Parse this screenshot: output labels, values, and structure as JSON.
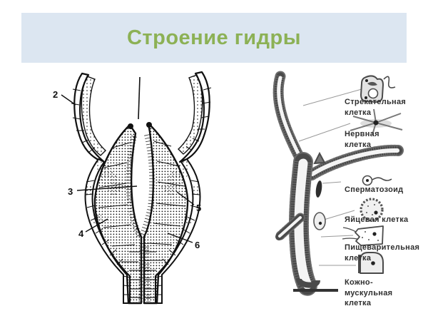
{
  "slide": {
    "title": "Строение гидры",
    "banner_color": "#dce6f1",
    "title_color": "#8cb155",
    "background_color": "#ffffff"
  },
  "left_figure": {
    "description": "hydra longitudinal section diagram",
    "numbers": [
      "2",
      "3",
      "4",
      "5",
      "6"
    ]
  },
  "right_figure": {
    "description": "hydra body with cell types",
    "labels": [
      {
        "text": "Стрекательная\nклетка"
      },
      {
        "text": "Нервная\nклетка"
      },
      {
        "text": "Сперматозоид"
      },
      {
        "text": "Яйцевая клетка"
      },
      {
        "text": "Пищеварительная\nклетка"
      },
      {
        "text": "Кожно-\nмускульная\nклетка"
      }
    ]
  }
}
